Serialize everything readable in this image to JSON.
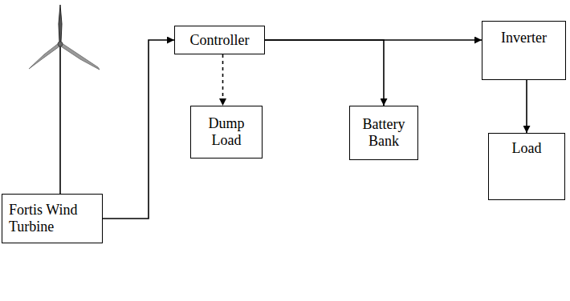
{
  "diagram": {
    "nodes": [
      {
        "text": [
          "Fortis Wind Turbine"
        ]
      },
      {
        "text": [
          "Controller"
        ]
      },
      {
        "text": [
          "Dump Load"
        ]
      },
      {
        "text": [
          "Battery Bank"
        ]
      },
      {
        "text": [
          "Inverter"
        ]
      },
      {
        "text": [
          "Load"
        ]
      }
    ],
    "edges": [
      {
        "from": 0,
        "to": 1,
        "arrow": "to"
      },
      {
        "from": 1,
        "to": 2,
        "arrow": "to"
      },
      {
        "from": 1,
        "to": 3,
        "arrow": "to"
      },
      {
        "from": 1,
        "to": 4,
        "arrow": "to"
      },
      {
        "from": 4,
        "to": 5,
        "arrow": "to"
      }
    ]
  }
}
